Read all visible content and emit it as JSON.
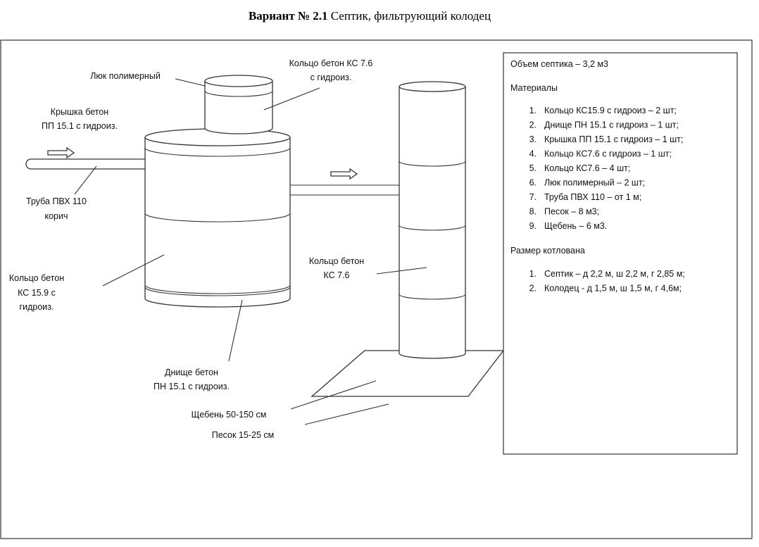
{
  "title": {
    "bold": "Вариант № 2.1",
    "rest": " Септик, фильтрующий колодец"
  },
  "labels": {
    "hatch": "Люк полимерный",
    "neck_ring": [
      "Кольцо бетон КС 7.6",
      "с гидроиз."
    ],
    "lid": [
      "Крышка бетон",
      "ПП 15.1 с гидроиз."
    ],
    "pipe": [
      "Труба ПВХ 110",
      "корич"
    ],
    "main_ring": [
      "Кольцо бетон",
      "КС 15.9 с",
      "гидроиз."
    ],
    "bottom": [
      "Днище бетон",
      "ПН 15.1 с гидроиз."
    ],
    "gravel": "Щебень 50-150 см",
    "sand": "Песок 15-25 см",
    "well_ring": [
      "Кольцо бетон",
      "КС 7.6"
    ]
  },
  "info": {
    "volume": "Объем септика – 3,2 м3",
    "materials_heading": "Материалы",
    "materials": [
      {
        "n": "1.",
        "text": "Кольцо КС15.9  с гидроиз – 2 шт;"
      },
      {
        "n": "2.",
        "text": "Днище ПН 15.1  с гидроиз  – 1 шт;"
      },
      {
        "n": "3.",
        "text": "Крышка ПП 15.1 с гидроиз  – 1 шт;"
      },
      {
        "n": "4.",
        "text": "Кольцо КС7.6 с гидроиз – 1 шт;"
      },
      {
        "n": "5.",
        "text": "Кольцо КС7.6  – 4 шт;"
      },
      {
        "n": "6.",
        "text": "Люк полимерный – 2 шт;"
      },
      {
        "n": "7.",
        "text": "Труба ПВХ 110  – от 1 м;"
      },
      {
        "n": "8.",
        "text": "Песок – 8 м3;"
      },
      {
        "n": "9.",
        "text": "Щебень – 6 м3."
      }
    ],
    "pit_heading": "Размер котлована",
    "pit": [
      {
        "n": "1.",
        "text": "Септик – д 2,2 м, ш 2,2 м, г 2,85 м;"
      },
      {
        "n": "2.",
        "text": "Колодец - д 1,5 м, ш 1,5 м, г 4,6м;"
      }
    ]
  }
}
